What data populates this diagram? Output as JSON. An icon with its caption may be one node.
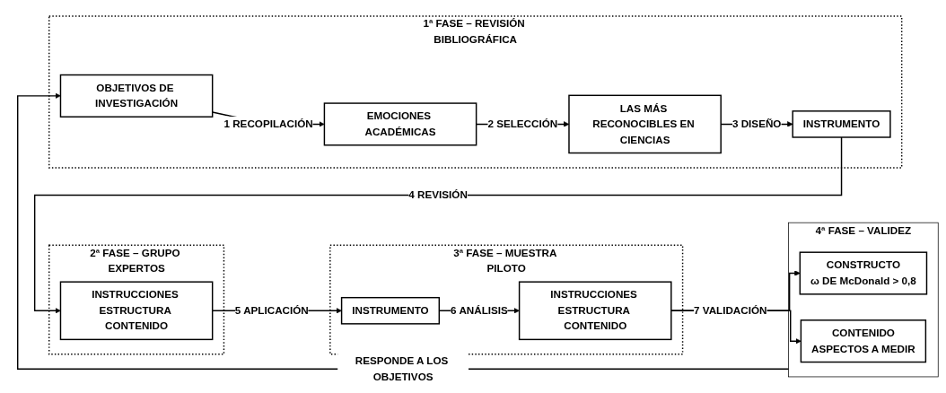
{
  "diagram": {
    "nodes": [
      {
        "text": [
          "1ª FASE – REVISIÓN BIBLIOGRÁFICA"
        ]
      },
      {
        "text": [
          "OBJETIVOS DE INVESTIGACIÓN"
        ],
        "in": 0
      },
      {
        "text": [
          "EMOCIONES ACADÉMICAS"
        ],
        "in": 0
      },
      {
        "text": [
          "LAS MÁS RECONOCIBLES EN CIENCIAS"
        ],
        "in": 0
      },
      {
        "text": [
          "INSTRUMENTO"
        ],
        "in": 0
      },
      {
        "text": [
          "2ª FASE – GRUPO EXPERTOS"
        ]
      },
      {
        "text": [
          "INSTRUCCIONES ESTRUCTURA CONTENIDO"
        ],
        "in": 5
      },
      {
        "text": [
          "3ª FASE – MUESTRA PILOTO"
        ]
      },
      {
        "text": [
          "INSTRUMENTO"
        ],
        "in": 7
      },
      {
        "text": [
          "INSTRUCCIONES ESTRUCTURA CONTENIDO"
        ],
        "in": 7
      },
      {
        "text": [
          "4ª FASE – VALIDEZ"
        ]
      },
      {
        "text": [
          "CONSTRUCTO",
          "ω DE McDonald > 0,8"
        ],
        "in": 10
      },
      {
        "text": [
          "CONTENIDO",
          "ASPECTOS A MEDIR"
        ],
        "in": 10
      }
    ],
    "edges": [
      {
        "from": 1,
        "to": 2,
        "arrow": "to",
        "label": "1 RECOPILACIÓN"
      },
      {
        "from": 2,
        "to": 3,
        "arrow": "to",
        "label": "2 SELECCIÓN"
      },
      {
        "from": 3,
        "to": 4,
        "arrow": "to",
        "label": "3 DISEÑO"
      },
      {
        "from": 4,
        "to": 6,
        "arrow": "to",
        "label": "4 REVISIÓN"
      },
      {
        "from": 6,
        "to": 8,
        "arrow": "to",
        "label": "5 APLICACIÓN"
      },
      {
        "from": 8,
        "to": 9,
        "arrow": "to",
        "label": "6 ANÁLISIS"
      },
      {
        "from": 9,
        "to": 11,
        "arrow": "to",
        "label": "7 VALIDACIÓN"
      },
      {
        "from": 9,
        "to": 12,
        "arrow": "to"
      },
      {
        "from": 10,
        "to": 1,
        "arrow": "to",
        "label": "RESPONDE A LOS OBJETIVOS"
      }
    ]
  }
}
